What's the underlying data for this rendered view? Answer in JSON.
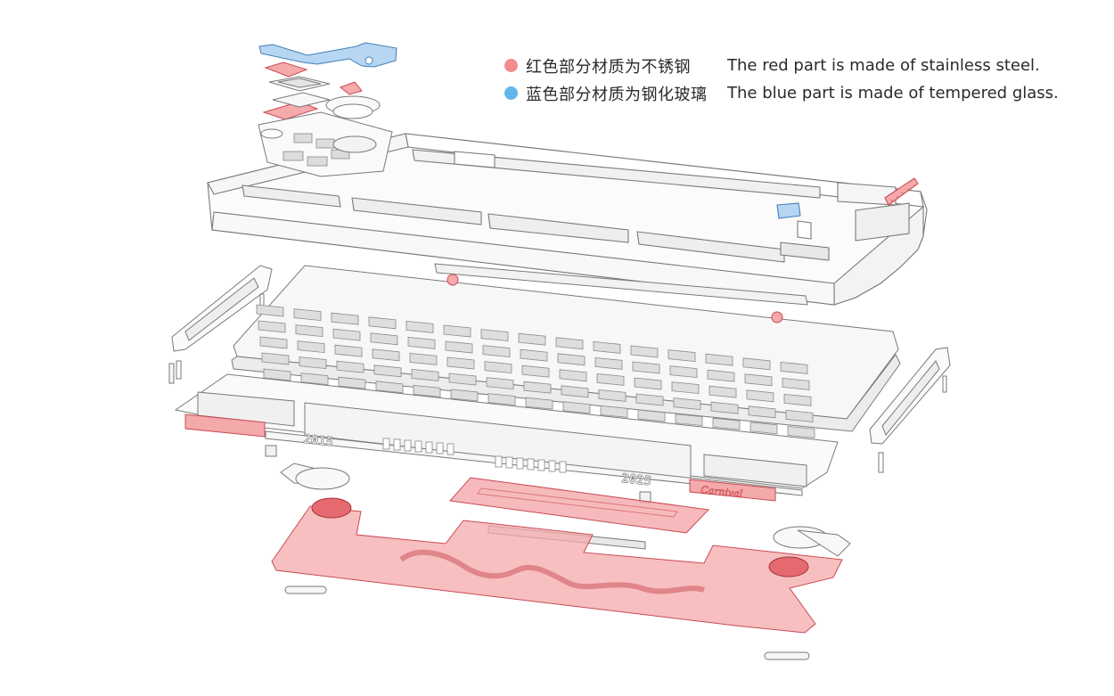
{
  "legend": {
    "items": [
      {
        "color_name": "red",
        "dot_color": "#f18c8c",
        "zh": "红色部分材质为不锈钢",
        "en": "The red part is made of stainless steel."
      },
      {
        "color_name": "blue",
        "dot_color": "#63b6ea",
        "zh": "蓝色部分材质为钢化玻璃",
        "en": "The blue part is made of tempered glass."
      }
    ]
  },
  "colors": {
    "steel_fill": "#f4a9ab",
    "steel_stroke": "#c94b52",
    "glass_fill": "#b7d6f2",
    "glass_stroke": "#3f7fb7",
    "line": "#7a7a7a",
    "body": "#ffffff"
  },
  "part_labels": {
    "year_left": "2015",
    "year_right": "2025",
    "brand_plate": "Carnival"
  }
}
